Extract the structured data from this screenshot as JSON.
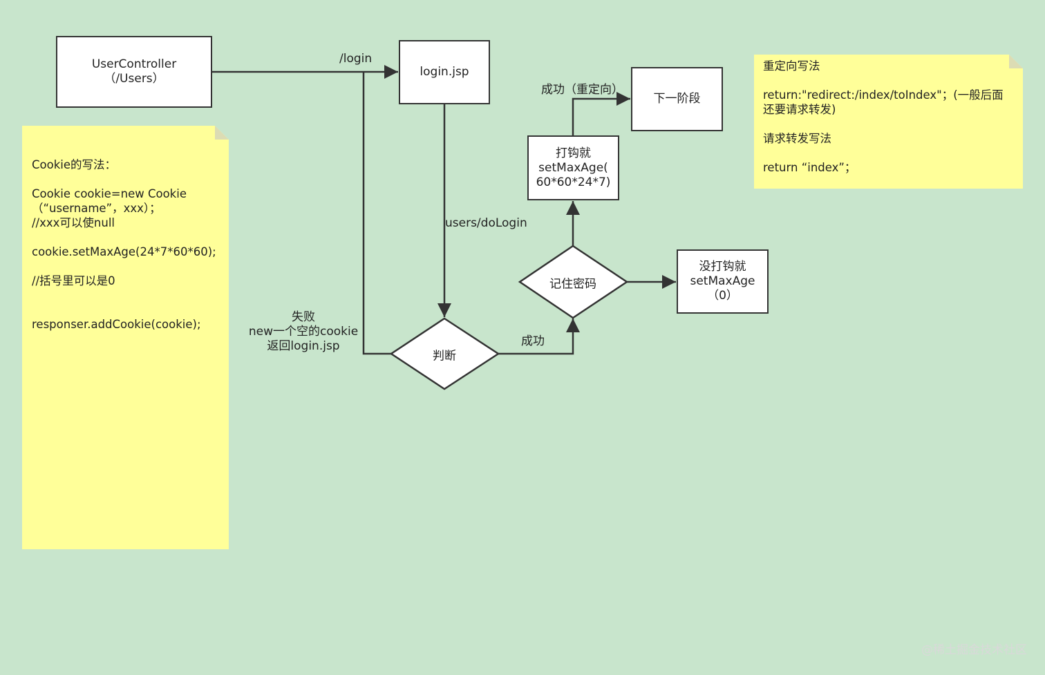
{
  "colors": {
    "background": "#c8e5cc",
    "note": "#ffff99",
    "stroke": "#333333",
    "box_fill": "#ffffff"
  },
  "nodes": {
    "user_controller": {
      "lines": [
        "UserController",
        "（/Users）"
      ]
    },
    "login_jsp": {
      "lines": [
        "login.jsp"
      ]
    },
    "judge": {
      "label": "判断"
    },
    "remember": {
      "label": "记住密码"
    },
    "checked": {
      "lines": [
        "打钩就",
        "setMaxAge(",
        "60*60*24*7)"
      ]
    },
    "unchecked": {
      "lines": [
        "没打钩就",
        "setMaxAge",
        "（0）"
      ]
    },
    "next_stage": {
      "lines": [
        "下一阶段"
      ]
    }
  },
  "edge_labels": {
    "login": "/login",
    "do_login": "users/doLogin",
    "success": "成功",
    "success_redirect": "成功（重定向）",
    "fail_lines": [
      "失败",
      "new一个空的cookie",
      "返回login.jsp"
    ]
  },
  "notes": {
    "cookie": {
      "lines": [
        "Cookie的写法：",
        "",
        "Cookie cookie=new Cookie",
        "（“username”，xxx）；",
        "//xxx可以使null",
        "",
        "cookie.setMaxAge(24*7*60*60);",
        "",
        "//括号里可以是0",
        "",
        "",
        "responser.addCookie(cookie);"
      ]
    },
    "redirect": {
      "lines": [
        "重定向写法",
        "",
        "return:\"redirect:/index/toIndex\"；(一般后面",
        "还要请求转发)",
        "",
        "请求转发写法",
        "",
        "return “index”；"
      ]
    }
  },
  "watermark": "@稀土掘金技术社区"
}
